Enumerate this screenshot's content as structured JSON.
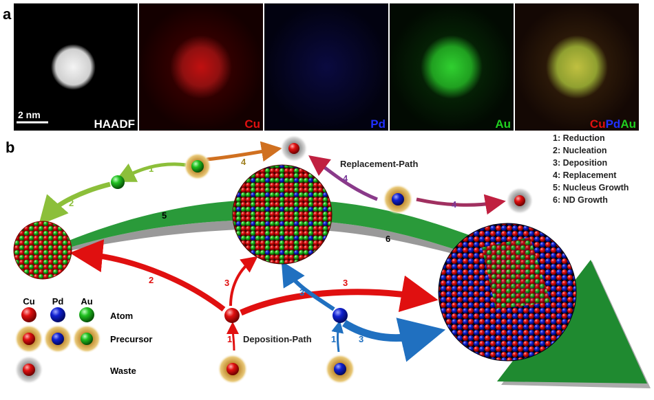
{
  "panel_a": {
    "label": "a",
    "scale_bar": "2 nm",
    "maps": [
      {
        "name": "HAADF"
      },
      {
        "name": "Cu"
      },
      {
        "name": "Pd"
      },
      {
        "name": "Au"
      },
      {
        "overlay": [
          "Cu",
          "Pd",
          "Au"
        ]
      }
    ]
  },
  "panel_b": {
    "label": "b",
    "legend_steps": [
      "1: Reduction",
      "2: Nucleation",
      "3: Deposition",
      "4: Replacement",
      "5: Nucleus Growth",
      "6: ND Growth"
    ],
    "replacement_path": "Replacement-Path",
    "deposition_path": "Deposition-Path",
    "key": {
      "elements": [
        "Cu",
        "Pd",
        "Au"
      ],
      "rows": [
        "Atom",
        "Precursor",
        "Waste"
      ]
    },
    "step_numbers": {
      "au_reduce": "1",
      "au_nucleate": "2",
      "au_replace": "4",
      "nucleus_growth": "5",
      "nd_growth": "6",
      "cu_nucleate": "2",
      "cu_deposit_mid": "3",
      "cu_deposit_big": "3",
      "cu_reduce": "1",
      "pd_deposit_mid": "3",
      "pd_reduce": "1",
      "pd_deposit_big": "3",
      "pd_replace": "4",
      "pd_replace2": "4"
    },
    "colors": {
      "cu": "#e01010",
      "pd": "#1020d0",
      "au": "#20c020",
      "band": "#2a9a3a"
    }
  }
}
